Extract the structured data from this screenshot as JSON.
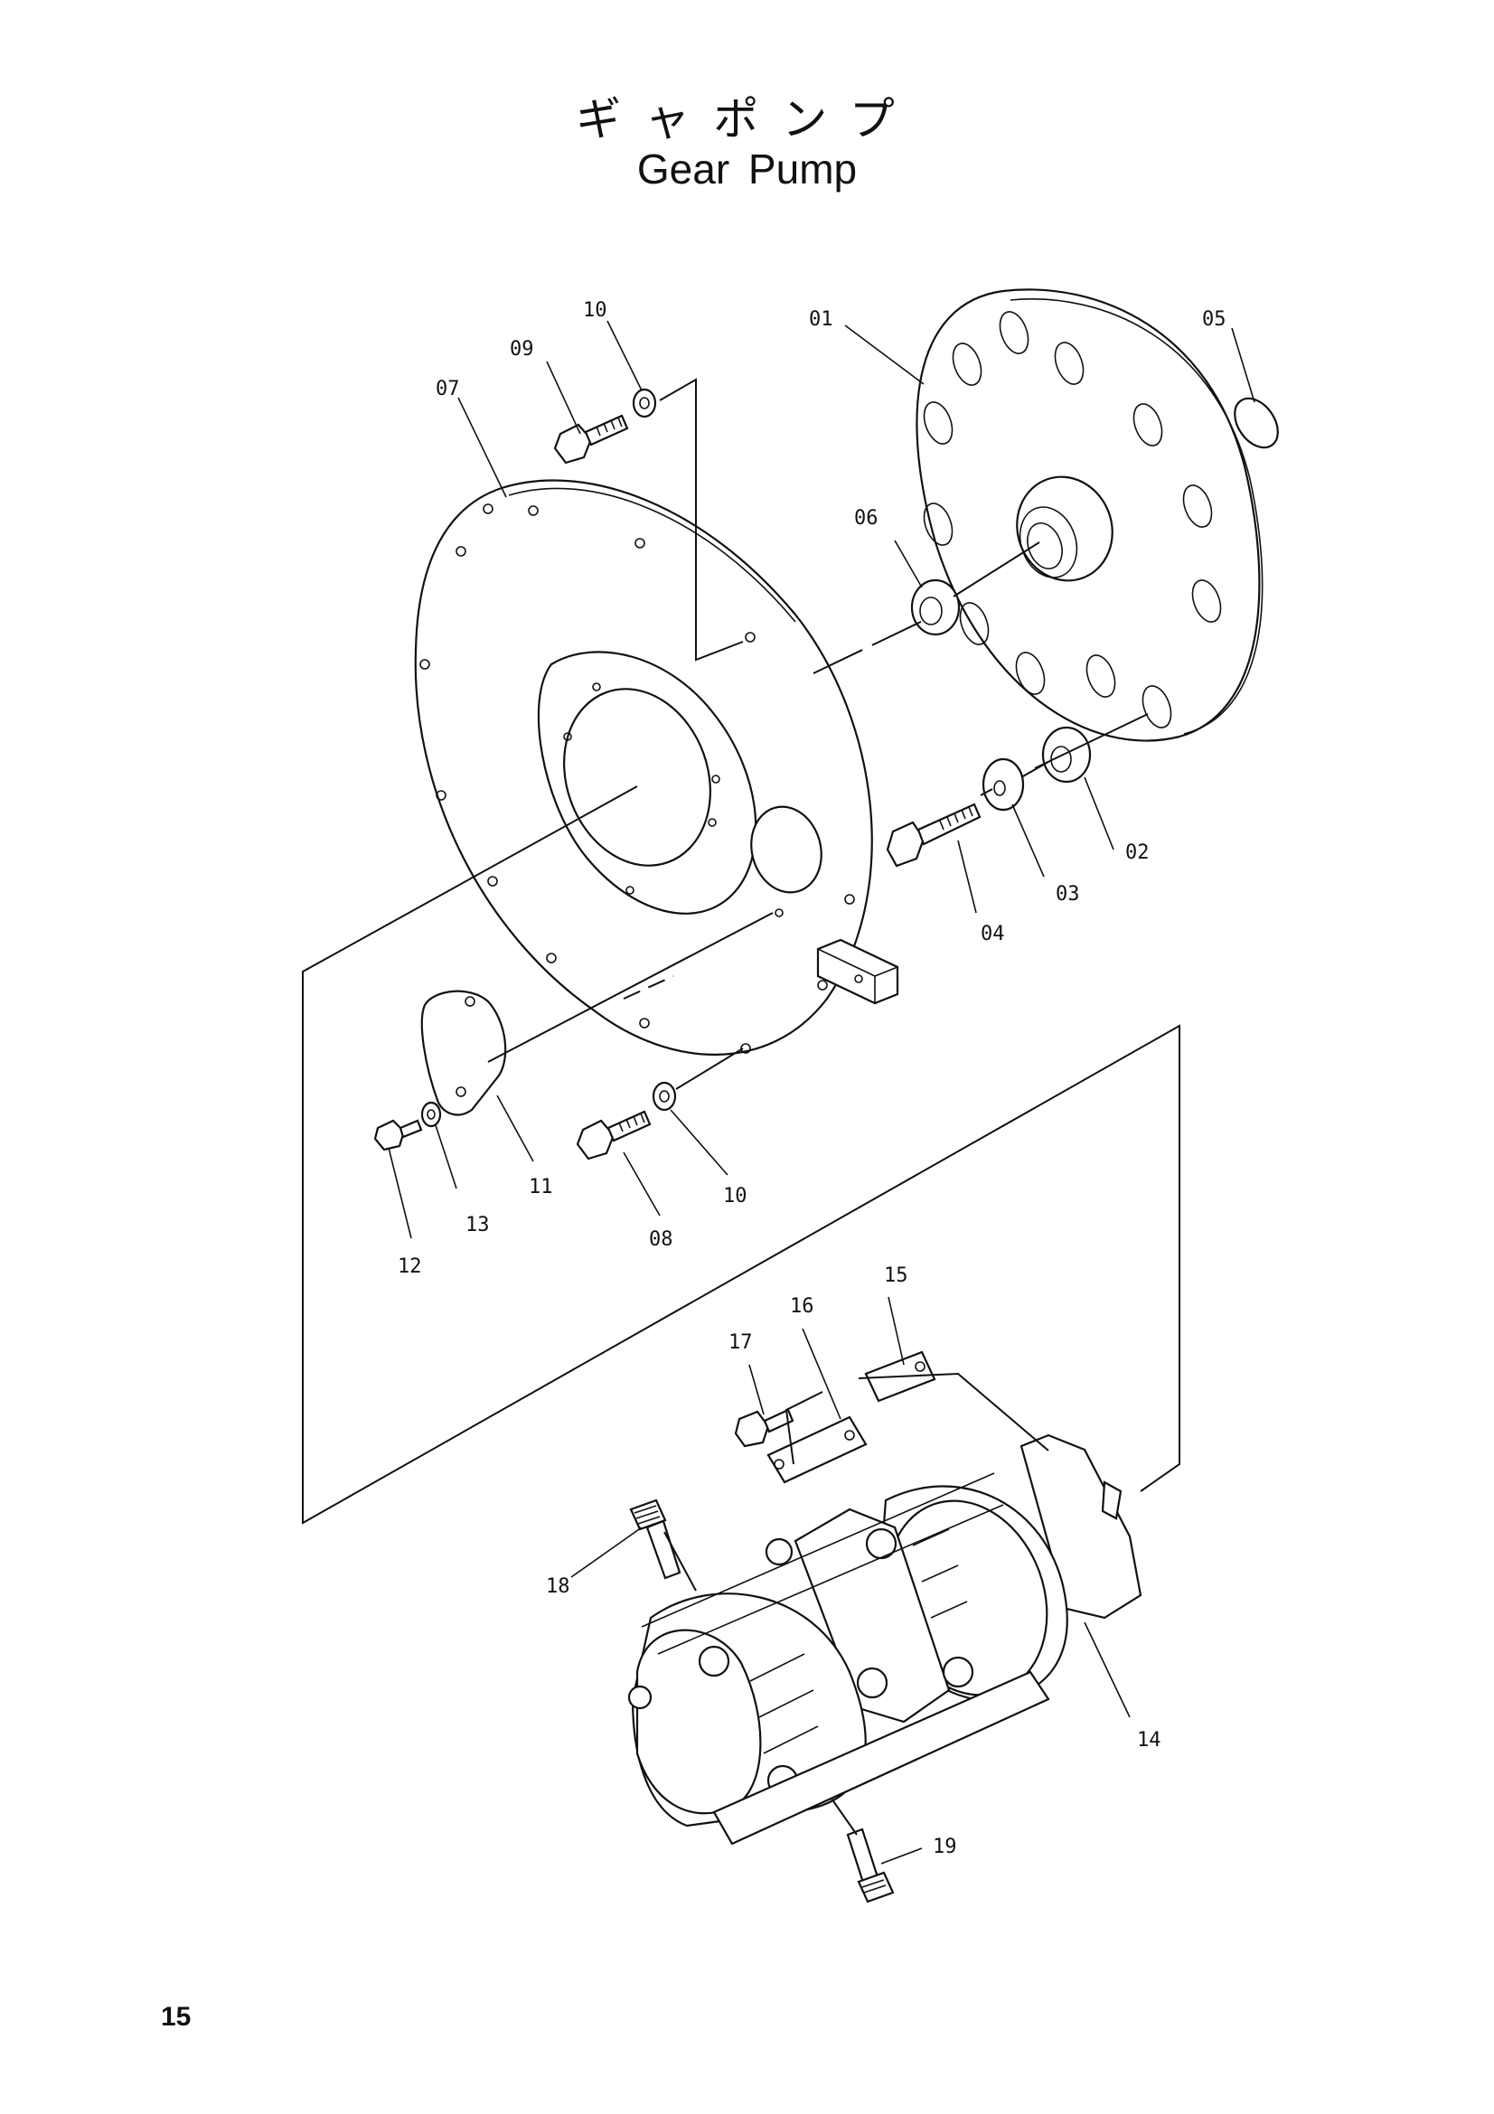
{
  "title": {
    "jp": "ギャポンプ",
    "en": "Gear Pump"
  },
  "page_number": "15",
  "callouts": {
    "c01": "01",
    "c02": "02",
    "c03": "03",
    "c04": "04",
    "c05": "05",
    "c06": "06",
    "c07": "07",
    "c08": "08",
    "c09": "09",
    "c10a": "10",
    "c10b": "10",
    "c11": "11",
    "c12": "12",
    "c13": "13",
    "c14": "14",
    "c15": "15",
    "c16": "16",
    "c17": "17",
    "c18": "18",
    "c19": "19"
  }
}
